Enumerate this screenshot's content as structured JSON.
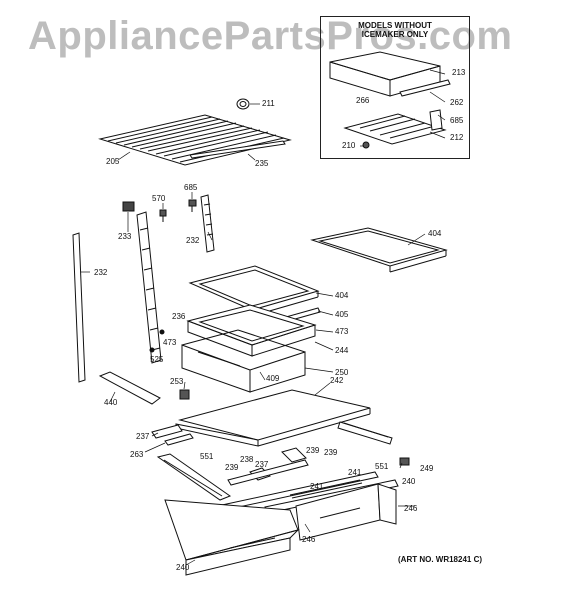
{
  "watermark": "AppliancePartsPros.com",
  "inset": {
    "title_line1": "MODELS WITHOUT",
    "title_line2": "ICEMAKER ONLY",
    "labels": [
      "213",
      "266",
      "262",
      "685",
      "212",
      "210"
    ]
  },
  "parts": {
    "p211": "211",
    "p205": "205",
    "p235": "235",
    "p685": "685",
    "p570": "570",
    "p233": "233",
    "p232a": "232",
    "p232b": "232",
    "p404a": "404",
    "p404b": "404",
    "p405": "405",
    "p236": "236",
    "p473a": "473",
    "p473b": "473",
    "p244": "244",
    "p525": "525",
    "p250": "250",
    "p409": "409",
    "p242": "242",
    "p253": "253",
    "p440": "440",
    "p237a": "237",
    "p237b": "237",
    "p263": "263",
    "p551a": "551",
    "p551b": "551",
    "p239a": "239",
    "p239b": "239",
    "p239c": "239",
    "p238": "238",
    "p249": "249",
    "p241a": "241",
    "p241b": "241",
    "p240a": "240",
    "p240b": "240",
    "p246a": "246",
    "p246b": "246"
  },
  "art_no": "(ART NO. WR18241 C)"
}
